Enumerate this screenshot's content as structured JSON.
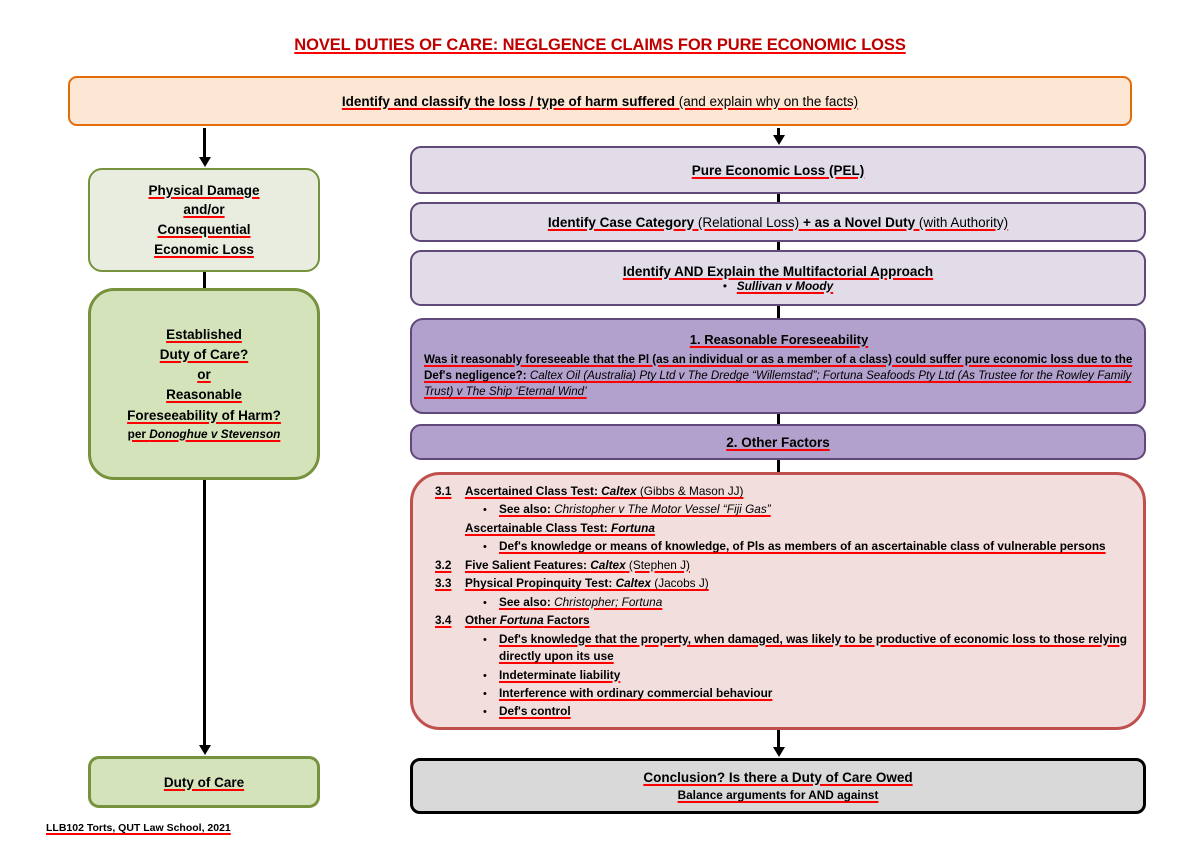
{
  "title": "NOVEL DUTIES OF CARE: NEGLGENCE CLAIMS FOR PURE ECONOMIC LOSS",
  "colors": {
    "title_red": "#c00000",
    "underline_red": "#ff0000",
    "orange_border": "#e36c09",
    "orange_fill": "#fce6d4",
    "green_border": "#76923c",
    "green_pale_fill": "#e9eddf",
    "green_mid_fill": "#d5e3bb",
    "purple_border": "#60497a",
    "purple_pale_fill": "#e2dce8",
    "purple_mid_fill": "#b3a1cd",
    "red_border": "#c0504d",
    "red_fill": "#f2dedd",
    "grey_fill": "#d9d9d9"
  },
  "top_box": {
    "bold_part": "Identify and classify the loss / type of harm suffered",
    "plain_part": " (and explain why on the facts)"
  },
  "left_column": {
    "physical_damage": {
      "line1": "Physical Damage",
      "line2": "and/or",
      "line3": "Consequential",
      "line4": "Economic Loss"
    },
    "established_duty": {
      "line1": "Established",
      "line2": "Duty of Care?",
      "line3": "or",
      "line4": "Reasonable",
      "line5": "Foreseeability of Harm?",
      "citation_prefix": "per ",
      "citation_case": "Donoghue v Stevenson"
    },
    "duty_of_care": "Duty of Care"
  },
  "right_column": {
    "pel": "Pure Economic Loss (PEL)",
    "case_category": {
      "bold_part": "Identify Case Category",
      "plain_part1": " (Relational Loss) ",
      "bold_part2": "+ as a Novel Duty",
      "plain_part2": " (with Authority)"
    },
    "multifactorial": {
      "heading": "Identify AND Explain the Multifactorial Approach",
      "bullet_case": "Sullivan v Moody"
    },
    "foreseeability": {
      "heading": "1.  Reasonable Foreseeability",
      "body_bold1": "Was it reasonably foreseeable that the Pl (as an individual or as a member of a class) could suffer pure economic loss due to the Def's negligence?:",
      "body_italic": " Caltex Oil (Australia) Pty Ltd v The Dredge “Willemstad”; Fortuna Seafoods Pty Ltd (As Trustee for the Rowley Family Trust) v The Ship ‘Eternal Wind’"
    },
    "other_factors_heading": "2.   Other Factors",
    "factors": {
      "item_3_1": {
        "number": "3.1",
        "text_bold": "Ascertained Class Test: ",
        "text_italic": "Caltex",
        "text_plain": " (Gibbs & Mason JJ)",
        "bullet1_bold": "See also: ",
        "bullet1_italic": "Christopher v The Motor Vessel “Fiji Gas”",
        "sub_bold": "Ascertainable Class Test: ",
        "sub_italic": "Fortuna",
        "bullet2": "Def's knowledge or means of knowledge, of Pls as members of an ascertainable class of vulnerable persons"
      },
      "item_3_2": {
        "number": "3.2",
        "text_bold": "Five Salient Features: ",
        "text_italic": "Caltex",
        "text_plain": " (Stephen J)"
      },
      "item_3_3": {
        "number": "3.3",
        "text_bold": "Physical Propinquity Test: ",
        "text_italic": "Caltex",
        "text_plain": " (Jacobs J)",
        "bullet1_bold": "See also: ",
        "bullet1_italic": "Christopher; Fortuna"
      },
      "item_3_4": {
        "number": "3.4",
        "text_bold1": "Other ",
        "text_italic": "Fortuna",
        "text_bold2": " Factors",
        "bullet1": "Def's knowledge that the property, when damaged, was likely to be productive of economic loss to those relying directly upon its use",
        "bullet2": "Indeterminate liability",
        "bullet3": "Interference with ordinary commercial behaviour",
        "bullet4": "Def's control"
      }
    },
    "conclusion": {
      "line1": "Conclusion? Is there a Duty of Care Owed",
      "line2": "Balance arguments for AND against"
    }
  },
  "footer": "LLB102 Torts, QUT Law School, 2021"
}
